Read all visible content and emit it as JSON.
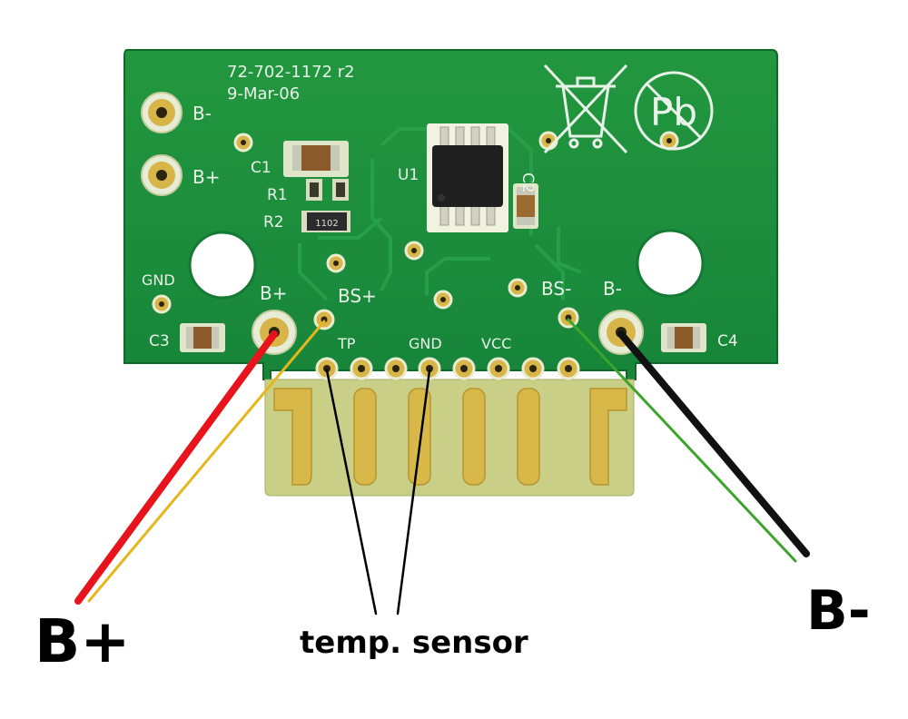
{
  "board": {
    "part_number": "72-702-1172 r2",
    "date": "9-Mar-06",
    "lead_symbol": "Pb"
  },
  "silkscreen": {
    "b_minus_top": "B-",
    "b_plus_top": "B+",
    "c1": "C1",
    "r1": "R1",
    "r2": "R2",
    "u1": "U1",
    "c2": "C2",
    "gnd_left": "GND",
    "c3": "C3",
    "b_plus_pad": "B+",
    "bs_plus": "BS+",
    "tp": "TP",
    "gnd": "GND",
    "vcc": "VCC",
    "bs_minus": "BS-",
    "b_minus_pad": "B-",
    "c4": "C4",
    "r2_marking": "1102"
  },
  "callouts": {
    "b_plus": "B+",
    "b_minus": "B-",
    "temp_sensor": "temp. sensor"
  },
  "colors": {
    "pcb": "#1d8a3c",
    "gold": "#d7b548",
    "wire_bplus": "#e8141b",
    "wire_bs_plus": "#e6b71c",
    "wire_bminus": "#111111",
    "wire_bs_minus": "#3aa52a"
  }
}
